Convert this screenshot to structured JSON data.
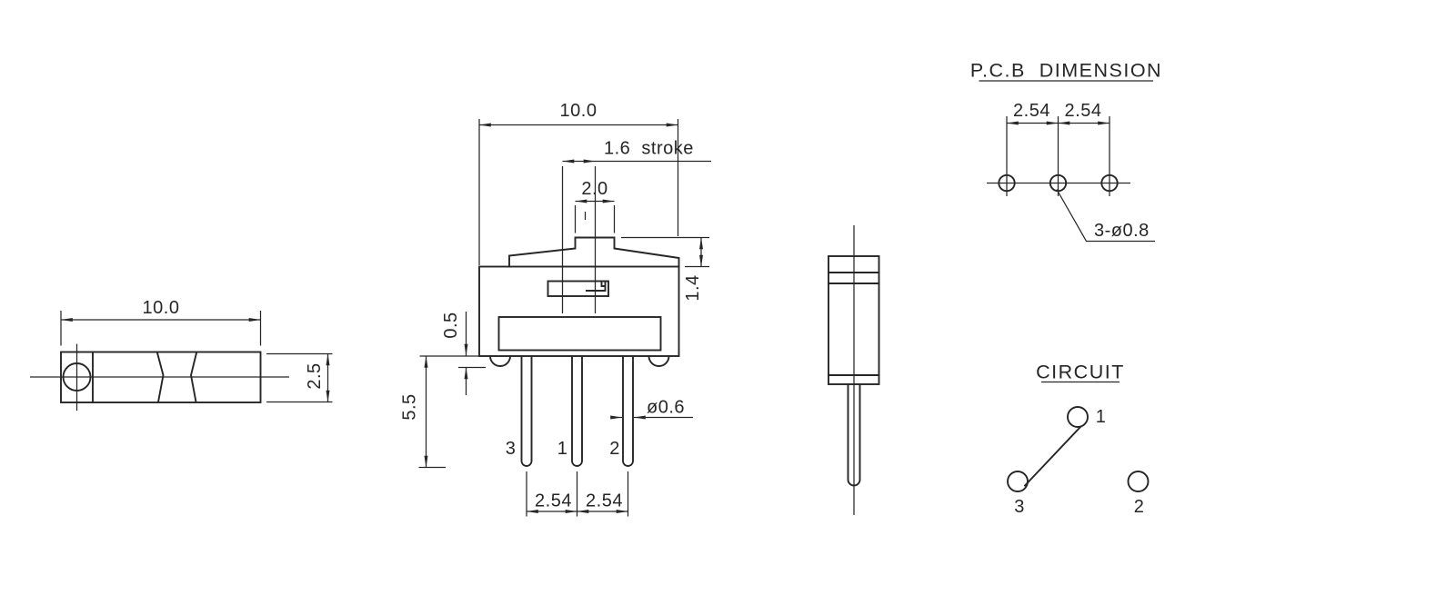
{
  "colors": {
    "line": "#262626",
    "background": "#ffffff"
  },
  "texts": {
    "top_view": {
      "width": "10.0",
      "depth": "2.5"
    },
    "front_view": {
      "width": "10.0",
      "stroke_note": "1.6  stroke",
      "knob_width": "2.0",
      "knob_height": "1.4",
      "standoff": "0.5",
      "pin_length": "5.5",
      "pin_diameter": "ø0.6",
      "pin_left": "3",
      "pin_center": "1",
      "pin_right": "2",
      "pitch_left": "2.54",
      "pitch_right": "2.54"
    },
    "pcb_view": {
      "title": "P.C.B  DIMENSION",
      "pitch_left": "2.54",
      "pitch_right": "2.54",
      "hole_callout": "3-ø0.8"
    },
    "circuit_view": {
      "title": "CIRCUIT",
      "terminal_1": "1",
      "terminal_2": "2",
      "terminal_3": "3"
    }
  }
}
